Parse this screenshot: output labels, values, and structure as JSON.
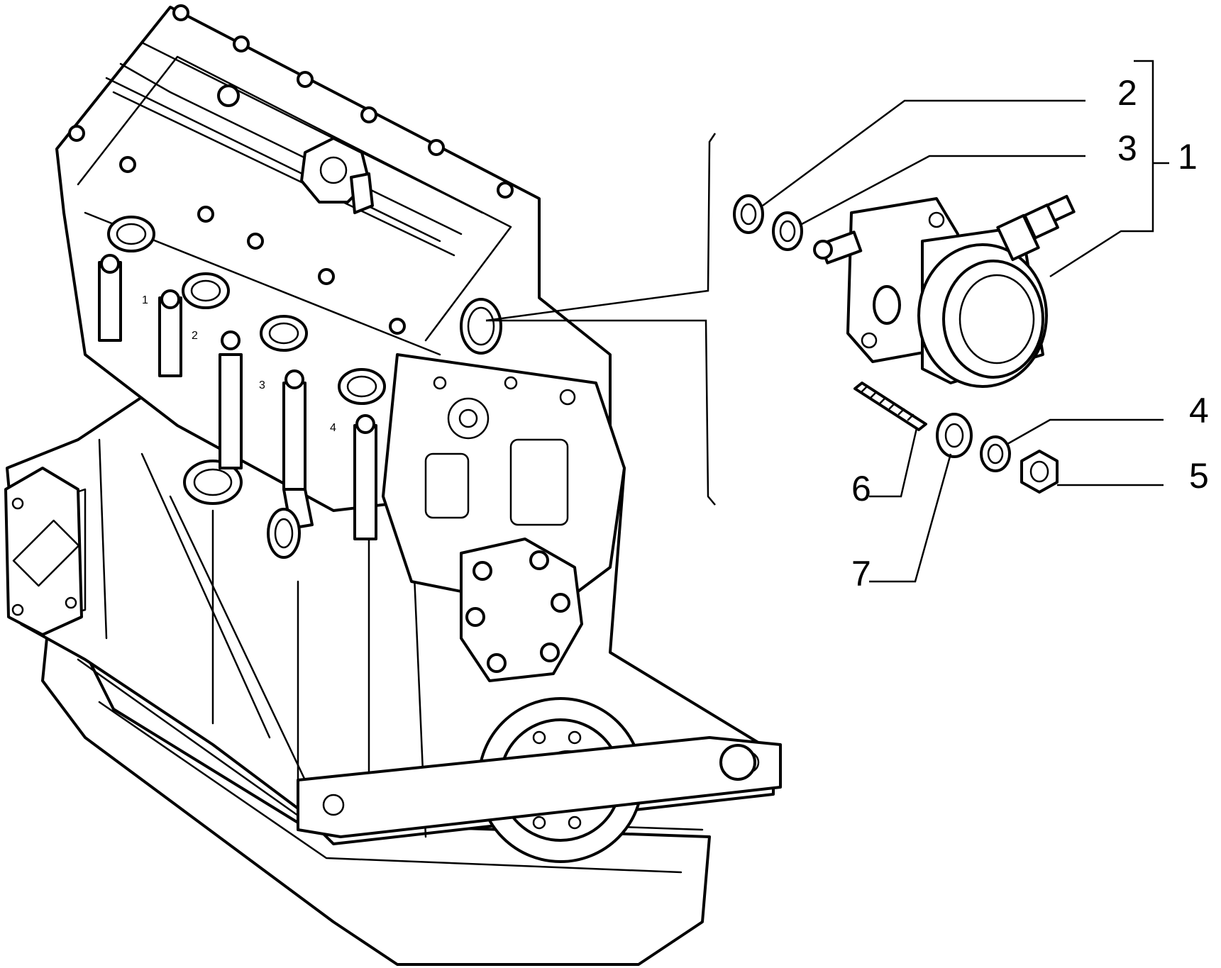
{
  "callouts": [
    {
      "id": "1",
      "label": "1"
    },
    {
      "id": "2",
      "label": "2"
    },
    {
      "id": "3",
      "label": "3"
    },
    {
      "id": "4",
      "label": "4"
    },
    {
      "id": "5",
      "label": "5"
    },
    {
      "id": "6",
      "label": "6"
    },
    {
      "id": "7",
      "label": "7"
    }
  ],
  "cylinder_marks": [
    "1",
    "2",
    "3",
    "4"
  ],
  "colors": {
    "ink": "#000000",
    "paper": "#ffffff"
  }
}
